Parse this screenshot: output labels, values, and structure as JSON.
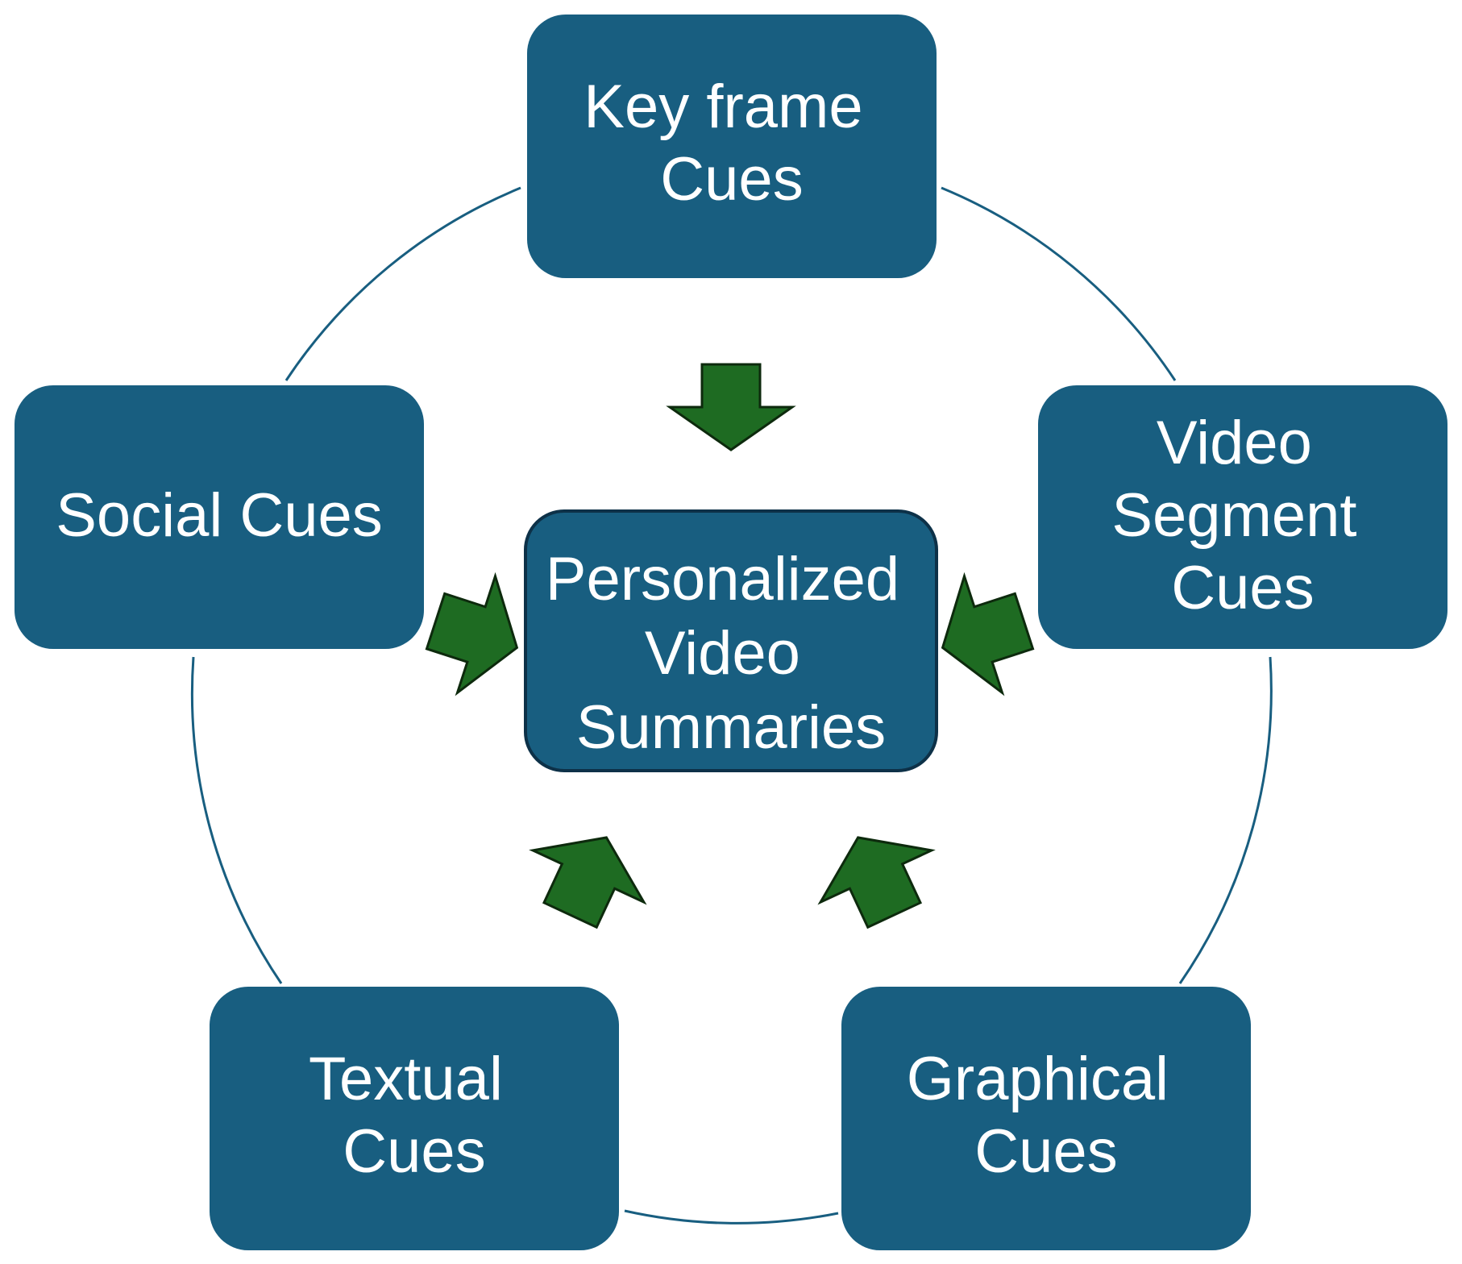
{
  "diagram": {
    "type": "cycle-hub",
    "center": {
      "lines": [
        "Personalized",
        "Video",
        "Summaries"
      ]
    },
    "nodes": [
      {
        "id": "keyframe",
        "lines": [
          "Key frame",
          "Cues"
        ]
      },
      {
        "id": "video-segment",
        "lines": [
          "Video",
          "Segment",
          "Cues"
        ]
      },
      {
        "id": "graphical",
        "lines": [
          "Graphical",
          "Cues"
        ]
      },
      {
        "id": "textual",
        "lines": [
          "Textual",
          "Cues"
        ]
      },
      {
        "id": "social",
        "lines": [
          "Social Cues"
        ]
      }
    ],
    "colors": {
      "box_fill": "#185e80",
      "center_border": "#0d3148",
      "circle_stroke": "#185e80",
      "arrow_fill": "#1e6b22",
      "arrow_stroke": "#0d2a0d",
      "text": "#ffffff"
    }
  }
}
